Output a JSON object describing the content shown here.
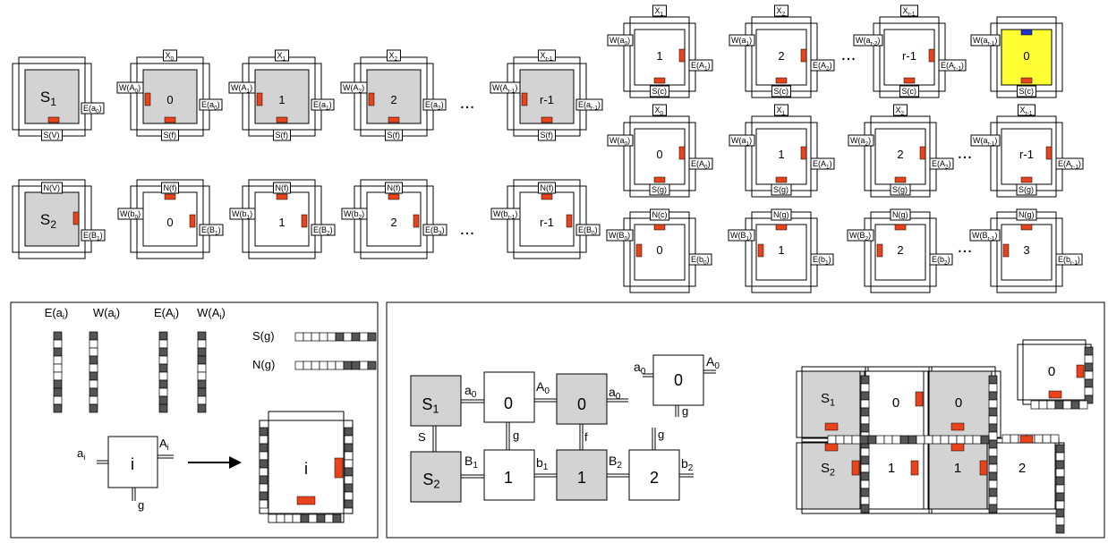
{
  "colors": {
    "gray": "#d3d3d3",
    "red": "#e8431a",
    "dark": "#555555",
    "yellow": "#ffff33",
    "blue": "#2233cc"
  },
  "top_left": {
    "row1": {
      "seed": {
        "main": "S",
        "sub": "1",
        "south": "S(V)",
        "east": "E(a",
        "east_sub": "0",
        "east_tail": ")"
      },
      "tiles": [
        {
          "label": "0",
          "north": "X",
          "north_sub": "0",
          "west": "W(A",
          "west_sub": "0",
          "east": "E(a",
          "east_sub": "0",
          "south": "S(f)"
        },
        {
          "label": "1",
          "north": "X",
          "north_sub": "1",
          "west": "W(A",
          "west_sub": "1",
          "east": "E(a",
          "east_sub": "1",
          "south": "S(f)"
        },
        {
          "label": "2",
          "north": "X",
          "north_sub": "2",
          "west": "W(A",
          "west_sub": "2",
          "east": "E(a",
          "east_sub": "2",
          "south": "S(f)"
        },
        {
          "label": "r-1",
          "north": "X",
          "north_sub": "r-1",
          "west": "W(A",
          "west_sub": "r-1",
          "east": "E(a",
          "east_sub": "r-1",
          "south": "S(f)"
        }
      ]
    },
    "row2": {
      "seed": {
        "main": "S",
        "sub": "2",
        "north": "N(V)",
        "east": "E(B",
        "east_sub": "1",
        "east_tail": ")"
      },
      "tiles": [
        {
          "label": "0",
          "north": "N(f)",
          "west": "W(b",
          "west_sub": "0",
          "east": "E(B",
          "east_sub": "1"
        },
        {
          "label": "1",
          "north": "N(f)",
          "west": "W(b",
          "west_sub": "1",
          "east": "E(B",
          "east_sub": "2"
        },
        {
          "label": "2",
          "north": "N(f)",
          "west": "W(b",
          "west_sub": "2",
          "east": "E(B",
          "east_sub": "3"
        },
        {
          "label": "r-1",
          "north": "N(f)",
          "west": "W(b",
          "west_sub": "r-1",
          "east": "E(B",
          "east_sub": "0"
        }
      ]
    },
    "ellipsis": "..."
  },
  "top_right": {
    "row1": [
      {
        "label": "1",
        "north": "X",
        "north_sub": "1",
        "west": "W(a",
        "west_sub": "0",
        "east": "E(A",
        "east_sub": "1",
        "south": "S(c)"
      },
      {
        "label": "2",
        "north": "X",
        "north_sub": "2",
        "west": "W(a",
        "west_sub": "1",
        "east": "E(A",
        "east_sub": "2",
        "south": "S(c)"
      },
      {
        "label": "r-1",
        "north": "X",
        "north_sub": "r-1",
        "west": "W(a",
        "west_sub": "r-2",
        "east": "E(A",
        "east_sub": "r-1",
        "south": "S(c)"
      },
      {
        "label": "0",
        "west": "W(a",
        "west_sub": "r-1",
        "south": "S(c)"
      }
    ],
    "row2": [
      {
        "label": "0",
        "north": "X",
        "north_sub": "0",
        "west": "W(a",
        "west_sub": "0",
        "east": "E(A",
        "east_sub": "0",
        "south": "S(g)"
      },
      {
        "label": "1",
        "north": "X",
        "north_sub": "1",
        "west": "W(a",
        "west_sub": "1",
        "east": "E(A",
        "east_sub": "1",
        "south": "S(g)"
      },
      {
        "label": "2",
        "north": "X",
        "north_sub": "2",
        "west": "W(a",
        "west_sub": "2",
        "east": "E(A",
        "east_sub": "2",
        "south": "S(g)"
      },
      {
        "label": "r-1",
        "north": "X",
        "north_sub": "r-1",
        "west": "W(a",
        "west_sub": "r-1",
        "east": "E(A",
        "east_sub": "r-1",
        "south": "S(g)"
      }
    ],
    "row3": [
      {
        "label": "0",
        "north": "N(c)",
        "west": "W(B",
        "west_sub": "0",
        "east": "E(b",
        "east_sub": "0"
      },
      {
        "label": "1",
        "north": "N(g)",
        "west": "W(B",
        "west_sub": "1",
        "east": "E(b",
        "east_sub": "1"
      },
      {
        "label": "2",
        "north": "N(g)",
        "west": "W(B",
        "west_sub": "2",
        "east": "E(b",
        "east_sub": "2"
      },
      {
        "label": "3",
        "north": "N(g)",
        "west": "W(B",
        "west_sub": "r-1",
        "east": "E(b",
        "east_sub": "r-1"
      }
    ]
  },
  "legend": {
    "e_a": "E(a",
    "w_a": "W(a",
    "e_A": "E(A",
    "w_A": "W(A",
    "idx": "i",
    "close": ")",
    "sg": "S(g)",
    "ng": "N(g)",
    "tile_label": "i",
    "tile_a": "a",
    "tile_A": "A",
    "tile_sub": "i",
    "tile_g": "g"
  },
  "assembly": {
    "s1": "S",
    "s1_sub": "1",
    "s2": "S",
    "s2_sub": "2",
    "t0a": "0",
    "t0b": "0",
    "t1a": "1",
    "t1b": "1",
    "t2": "2",
    "a": "a",
    "a_sub": "0",
    "A": "A",
    "A_sub": "0",
    "a2": "a",
    "a2_sub": "0",
    "S": "S",
    "g": "g",
    "f": "f",
    "g2": "g",
    "B": "B",
    "B_sub": "1",
    "b": "b",
    "b_sub": "1",
    "B2": "B",
    "B2_sub": "2",
    "b2": "b",
    "b2_sub": "2",
    "key_label": "0",
    "key_a": "a",
    "key_a_sub": "0",
    "key_A": "A",
    "key_A_sub": "0",
    "key_g": "g"
  },
  "grid": {
    "s1": "S",
    "s1_sub": "1",
    "s2": "S",
    "s2_sub": "2",
    "t0a": "0",
    "t0b": "0",
    "t1a": "1",
    "t1b": "1",
    "t2": "2",
    "single": "0"
  }
}
